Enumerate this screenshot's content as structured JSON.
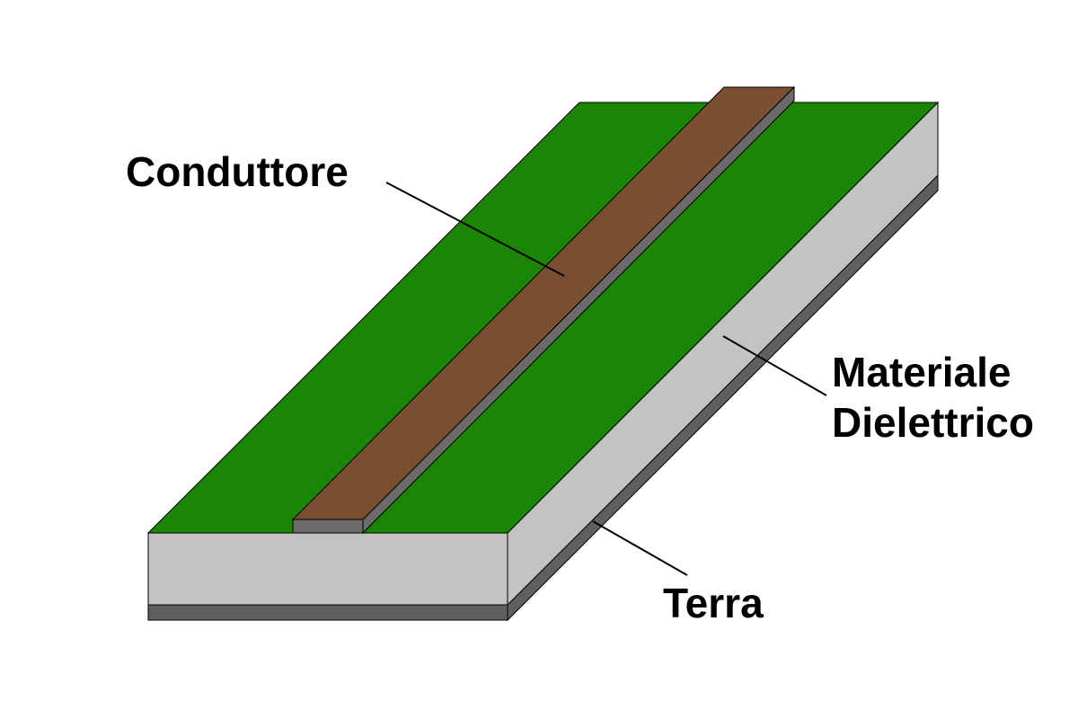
{
  "labels": {
    "conductor": "Conduttore",
    "dielectric_line1": "Materiale",
    "dielectric_line2": "Dielettrico",
    "ground": "Terra"
  },
  "colors": {
    "substrate_top": "#1b8605",
    "dielectric_side": "#c3c3c3",
    "ground_plane": "#5f5f5f",
    "strip_top": "#7a4f31",
    "strip_side": "#6a6a6a",
    "outline": "#000000",
    "leader": "#000000"
  }
}
